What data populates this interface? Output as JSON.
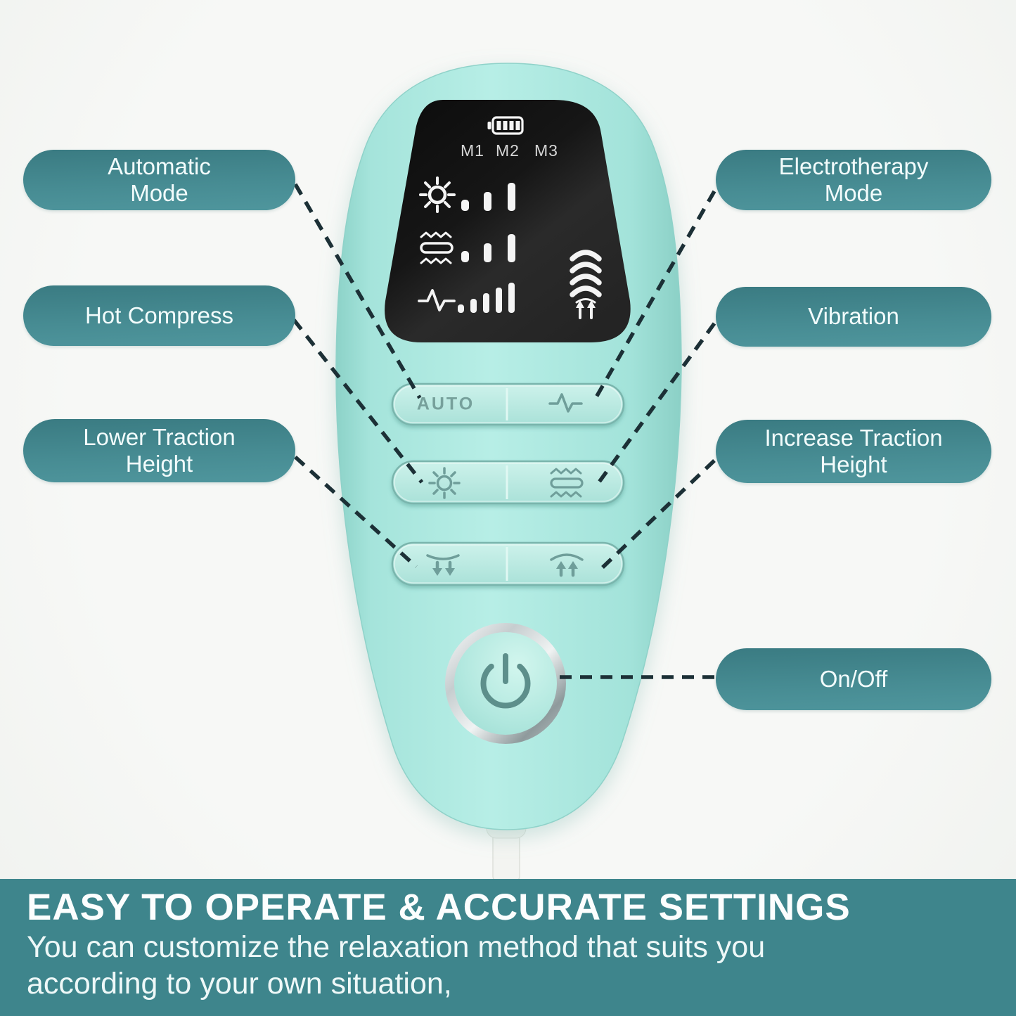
{
  "page": {
    "background_color": "#f5f6f4"
  },
  "callouts": {
    "pill_color": "#46898f",
    "pill_text_color": "#f2fcfc",
    "dashed_line_color": "#1c3036",
    "left": [
      {
        "label": "Automatic\nMode"
      },
      {
        "label": "Hot Compress"
      },
      {
        "label": "Lower Traction\nHeight"
      }
    ],
    "right": [
      {
        "label": "Electrotherapy\nMode"
      },
      {
        "label": "Vibration"
      },
      {
        "label": "Increase Traction\nHeight"
      },
      {
        "label": "On/Off"
      }
    ]
  },
  "device": {
    "body_color": "#a9e7de",
    "screen": {
      "background_color": "#141414",
      "battery": {
        "icon": "battery-icon",
        "segments": 4,
        "filled": 4
      },
      "memory_labels": [
        "M1",
        "M2",
        "M3"
      ],
      "indicator_rows": [
        {
          "icon": "sun-icon",
          "name": "heat level",
          "bars": 3
        },
        {
          "icon": "hot-compress-icon",
          "name": "hot compress level",
          "bars": 3
        },
        {
          "icon": "pulse-icon",
          "name": "electrotherapy level",
          "bars": 5
        }
      ],
      "traction_indicator": {
        "icon": "traction-arcs-icon",
        "arcs": 4,
        "arrow_direction": "up",
        "arrows": 2
      }
    },
    "buttons": {
      "auto_label": "AUTO",
      "electrotherapy_icon": "pulse-icon",
      "heat_icon": "sun-icon",
      "hot_compress_icon": "hot-compress-icon",
      "lower_traction_icon": "arc-down-arrows-icon",
      "increase_traction_icon": "arc-up-arrows-icon",
      "power_icon": "power-icon"
    }
  },
  "banner": {
    "background_color": "#3e858c",
    "title": "EASY TO OPERATE & ACCURATE SETTINGS",
    "body": "You can customize the relaxation method that suits you\naccording to your own situation,"
  }
}
